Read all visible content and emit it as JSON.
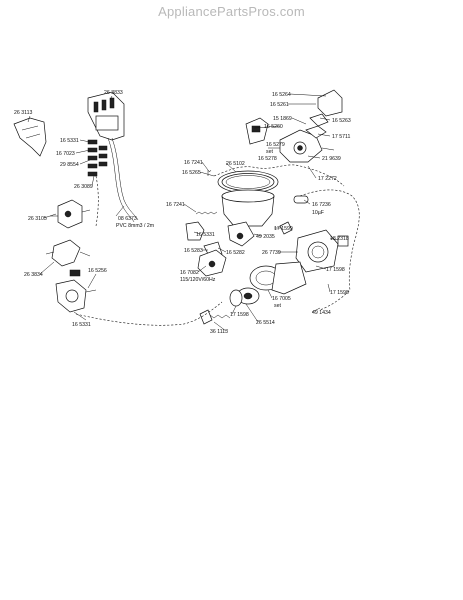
{
  "header": {
    "watermark": "AppliancePartsPros.com"
  },
  "labels": [
    {
      "id": "l01",
      "text": "26 3833"
    },
    {
      "id": "l02",
      "text": "26 3113"
    },
    {
      "id": "l03",
      "text": "16 5331"
    },
    {
      "id": "l04",
      "text": "16 7023"
    },
    {
      "id": "l05",
      "text": "29 8554"
    },
    {
      "id": "l06",
      "text": "26 3089"
    },
    {
      "id": "l07",
      "text": "08 6373"
    },
    {
      "id": "l08",
      "text": "PVC 8mm3 / 2m"
    },
    {
      "id": "l09",
      "text": "26 3105"
    },
    {
      "id": "l10",
      "text": "26 3834"
    },
    {
      "id": "l11",
      "text": "16 5256"
    },
    {
      "id": "l12",
      "text": "16 5331"
    },
    {
      "id": "l13",
      "text": "16 5264"
    },
    {
      "id": "l14",
      "text": "16 5261"
    },
    {
      "id": "l15",
      "text": "15 1869"
    },
    {
      "id": "l16",
      "text": "16 5260"
    },
    {
      "id": "l17",
      "text": "16 5263"
    },
    {
      "id": "l18",
      "text": "17 5711"
    },
    {
      "id": "l19",
      "text": "16 5279"
    },
    {
      "id": "l20",
      "text": "set"
    },
    {
      "id": "l21",
      "text": "16 5278"
    },
    {
      "id": "l22",
      "text": "21 9639"
    },
    {
      "id": "l23",
      "text": "16 7241"
    },
    {
      "id": "l24",
      "text": "26 5102"
    },
    {
      "id": "l25",
      "text": "16 5265"
    },
    {
      "id": "l26",
      "text": "17 2272"
    },
    {
      "id": "l27",
      "text": "16 7241"
    },
    {
      "id": "l28",
      "text": "16 7236"
    },
    {
      "id": "l29",
      "text": "10µF"
    },
    {
      "id": "l30",
      "text": "17 1599"
    },
    {
      "id": "l31",
      "text": "49 2035"
    },
    {
      "id": "l32",
      "text": "16 5331"
    },
    {
      "id": "l33",
      "text": "16 5283"
    },
    {
      "id": "l34",
      "text": "16 5282"
    },
    {
      "id": "l35",
      "text": "26 7739"
    },
    {
      "id": "l36",
      "text": "18 2318"
    },
    {
      "id": "l37",
      "text": "16 7082"
    },
    {
      "id": "l38",
      "text": "115/120V/60Hz"
    },
    {
      "id": "l39",
      "text": "17 1598"
    },
    {
      "id": "l40",
      "text": "16 7005"
    },
    {
      "id": "l41",
      "text": "set"
    },
    {
      "id": "l42",
      "text": "17 1598"
    },
    {
      "id": "l43",
      "text": "36 1113"
    },
    {
      "id": "l44",
      "text": "26 5514"
    },
    {
      "id": "l45",
      "text": "49 1434"
    },
    {
      "id": "l46",
      "text": "17 1598"
    }
  ]
}
